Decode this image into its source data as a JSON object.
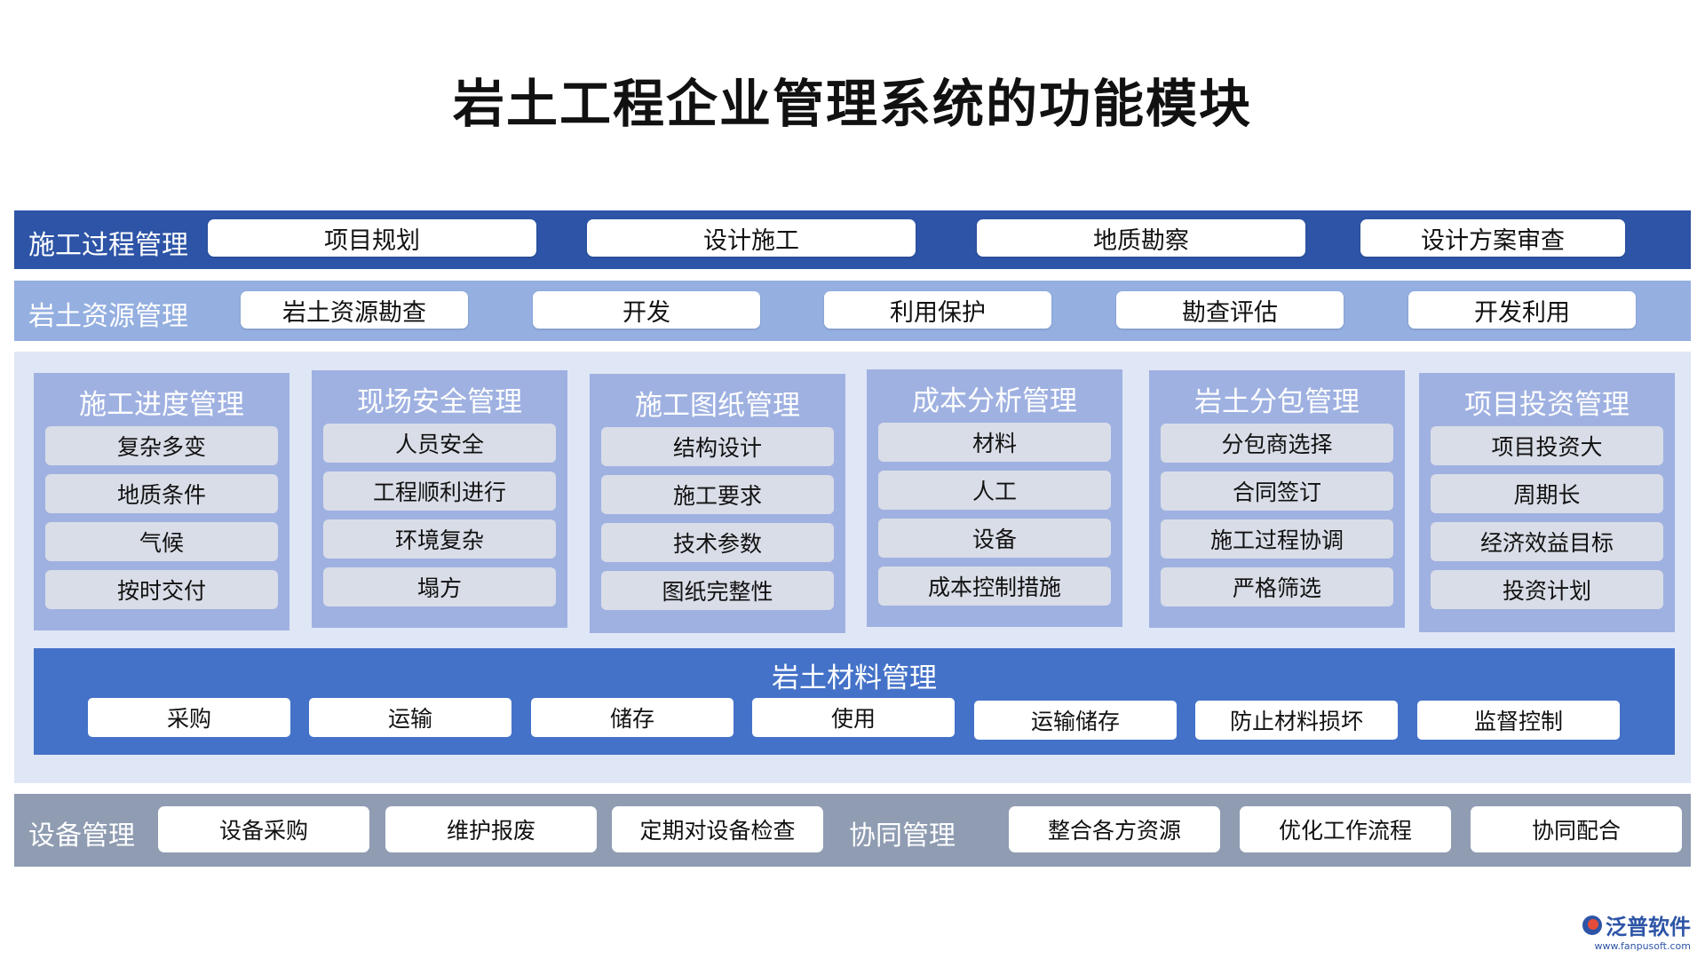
{
  "title": "岩土工程企业管理系统的功能模块",
  "row1": {
    "label": "施工过程管理",
    "items": [
      "项目规划",
      "设计施工",
      "地质勘察",
      "设计方案审查"
    ]
  },
  "row2": {
    "label": "岩土资源管理",
    "items": [
      "岩土资源勘查",
      "开发",
      "利用保护",
      "勘查评估",
      "开发利用"
    ]
  },
  "modules": [
    {
      "title": "施工进度管理",
      "items": [
        "复杂多变",
        "地质条件",
        "气候",
        "按时交付"
      ]
    },
    {
      "title": "现场安全管理",
      "items": [
        "人员安全",
        "工程顺利进行",
        "环境复杂",
        "塌方"
      ]
    },
    {
      "title": "施工图纸管理",
      "items": [
        "结构设计",
        "施工要求",
        "技术参数",
        "图纸完整性"
      ]
    },
    {
      "title": "成本分析管理",
      "items": [
        "材料",
        "人工",
        "设备",
        "成本控制措施"
      ]
    },
    {
      "title": "岩土分包管理",
      "items": [
        "分包商选择",
        "合同签订",
        "施工过程协调",
        "严格筛选"
      ]
    },
    {
      "title": "项目投资管理",
      "items": [
        "项目投资大",
        "周期长",
        "经济效益目标",
        "投资计划"
      ]
    }
  ],
  "materials": {
    "title": "岩土材料管理",
    "items": [
      "采购",
      "运输",
      "储存",
      "使用",
      "运输储存",
      "防止材料损坏",
      "监督控制"
    ]
  },
  "row4": {
    "label_left": "设备管理",
    "items_left": [
      "设备采购",
      "维护报废",
      "定期对设备检查"
    ],
    "label_right": "协同管理",
    "items_right": [
      "整合各方资源",
      "优化工作流程",
      "协同配合"
    ]
  },
  "logo": {
    "name": "泛普软件",
    "url": "www.fanpusoft.com"
  },
  "colors": {
    "row1_bg": "#2d54a6",
    "row2_bg": "#94afe0",
    "middle_bg": "#dfe6f5",
    "module_bg": "#9fb1e1",
    "materials_bg": "#4472c8",
    "row4_bg": "#8f9cb2"
  }
}
